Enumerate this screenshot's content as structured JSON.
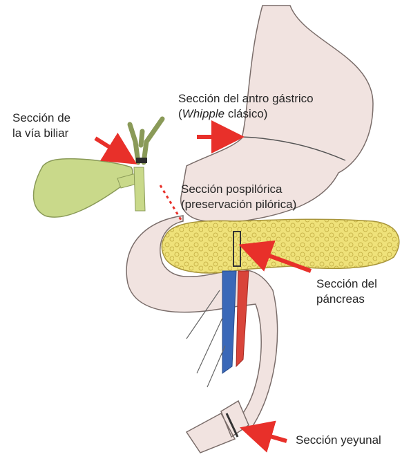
{
  "labels": {
    "bile_duct": {
      "line1": "Sección de",
      "line2": "la vía biliar"
    },
    "antrum": {
      "line1": "Sección del antro gástrico",
      "line2_italic": "Whipple",
      "line2_rest": " clásico)",
      "line2_open": "("
    },
    "pylorus": {
      "line1": "Sección pospilórica",
      "line2": "(preservación pilórica)"
    },
    "pancreas": {
      "line1": "Sección del",
      "line2": "páncreas"
    },
    "jejunum": {
      "line1": "Sección yeyunal"
    }
  },
  "colors": {
    "arrow": "#e8302a",
    "stomach": "#f1e3e0",
    "pancreas": "#efe27a",
    "gallbladder": "#c9d98a",
    "vein": "#3a68b8",
    "artery": "#d9443a"
  }
}
